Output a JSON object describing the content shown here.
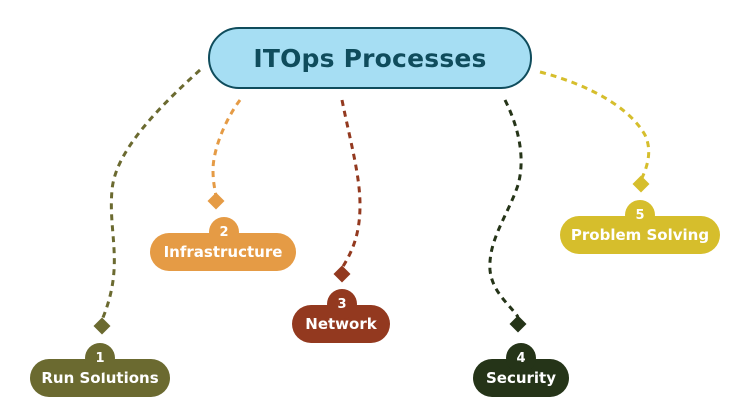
{
  "title": "ITOps Processes",
  "colors": {
    "title_fill": "#a6def3",
    "title_border": "#0f4c5c",
    "title_text": "#0f4c5c"
  },
  "nodes": [
    {
      "number": "1",
      "label": "Run Solutions",
      "color": "#6b6a30"
    },
    {
      "number": "2",
      "label": "Infrastructure",
      "color": "#e59b45"
    },
    {
      "number": "3",
      "label": "Network",
      "color": "#93391f"
    },
    {
      "number": "4",
      "label": "Security",
      "color": "#253418"
    },
    {
      "number": "5",
      "label": "Problem Solving",
      "color": "#d6be2c"
    }
  ]
}
